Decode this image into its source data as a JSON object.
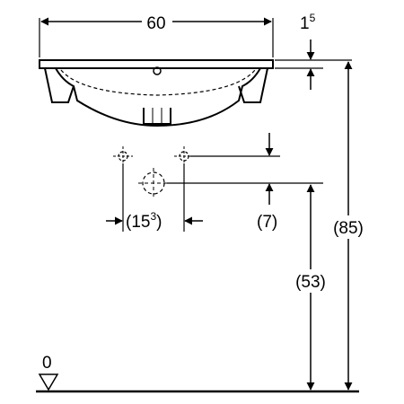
{
  "drawing": {
    "width_label": {
      "main": "60",
      "sup": ""
    },
    "rim_label": {
      "main": "1",
      "sup": "5"
    },
    "spacing_label": {
      "open": "(15",
      "sup": "3",
      "close": ")"
    },
    "offset_label": "(7)",
    "height_label": "(53)",
    "total_height_label": "(85)",
    "floor_label": "0"
  }
}
